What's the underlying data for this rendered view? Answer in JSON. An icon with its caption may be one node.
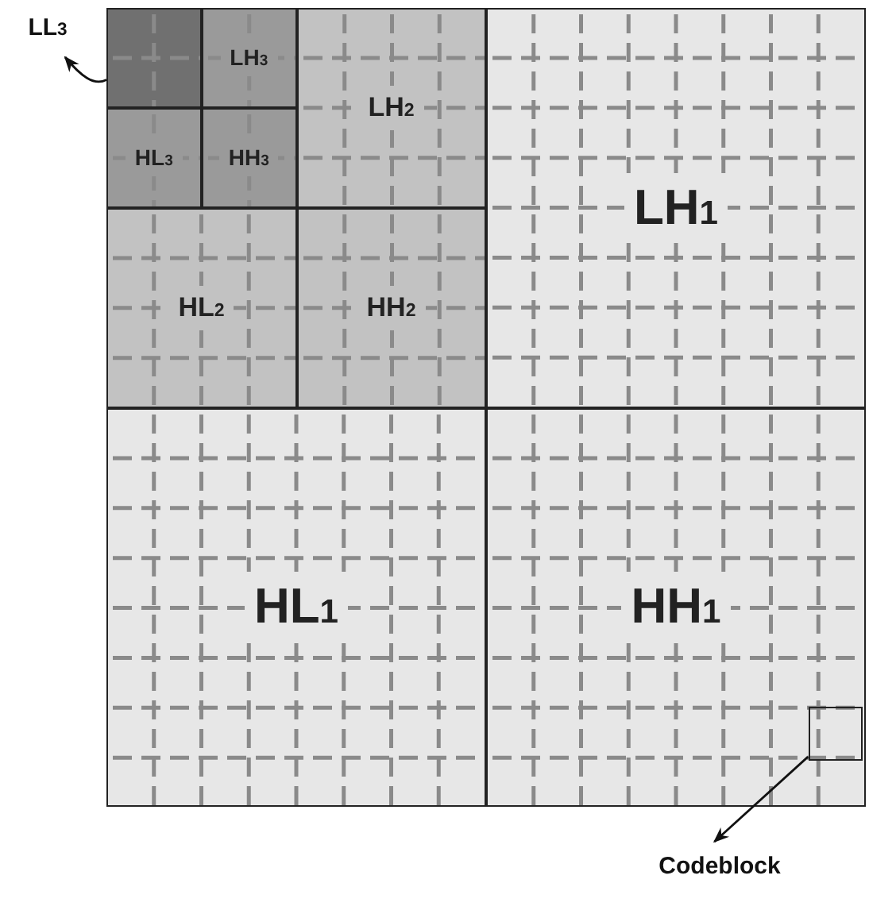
{
  "diagram": {
    "nodes": [
      {
        "text": [
          "LL$_{3}$"
        ]
      },
      {
        "text": [],
        "shape": "box"
      },
      {
        "text": [
          "LH$_{3}$"
        ]
      },
      {
        "text": [
          "HL$_{3}$"
        ]
      },
      {
        "text": [
          "HH$_{3}$"
        ]
      },
      {
        "text": [
          "LH$_{2}$"
        ]
      },
      {
        "text": [
          "HL$_{2}$"
        ]
      },
      {
        "text": [
          "HH$_{2}$"
        ]
      },
      {
        "text": [
          "LH$_{1}$"
        ]
      },
      {
        "text": [
          "HL$_{1}$"
        ]
      },
      {
        "text": [
          "HH$_{1}$"
        ]
      },
      {
        "text": [],
        "shape": "box",
        "in": 10
      },
      {
        "text": [
          "Codeblock"
        ]
      }
    ],
    "edges": [
      {
        "from": 1,
        "to": 0,
        "arrow": "to"
      },
      {
        "from": 11,
        "to": 12,
        "arrow": "to"
      }
    ]
  }
}
